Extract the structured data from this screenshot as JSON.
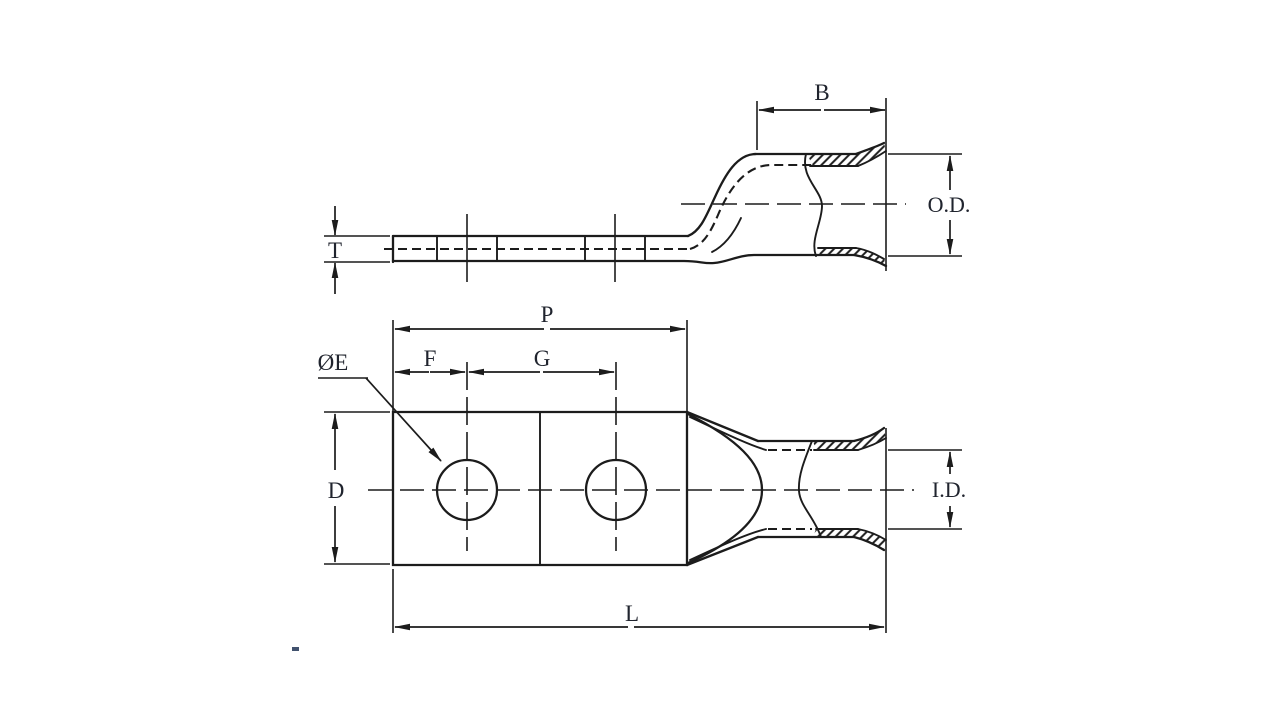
{
  "drawing": {
    "description": "two-view engineering drawing of a two-hole compression cable lug",
    "labels": {
      "thickness": "T",
      "barrel_length": "B",
      "outer_diameter": "O.D.",
      "pad_length": "P",
      "hole_offset": "F",
      "hole_spacing": "G",
      "hole_diameter": "ØE",
      "pad_width": "D",
      "inner_diameter": "I.D.",
      "overall_length": "L"
    },
    "colors": {
      "background": "#ffffff",
      "line": "#1c1c1c",
      "label_text": "#20242e"
    }
  }
}
